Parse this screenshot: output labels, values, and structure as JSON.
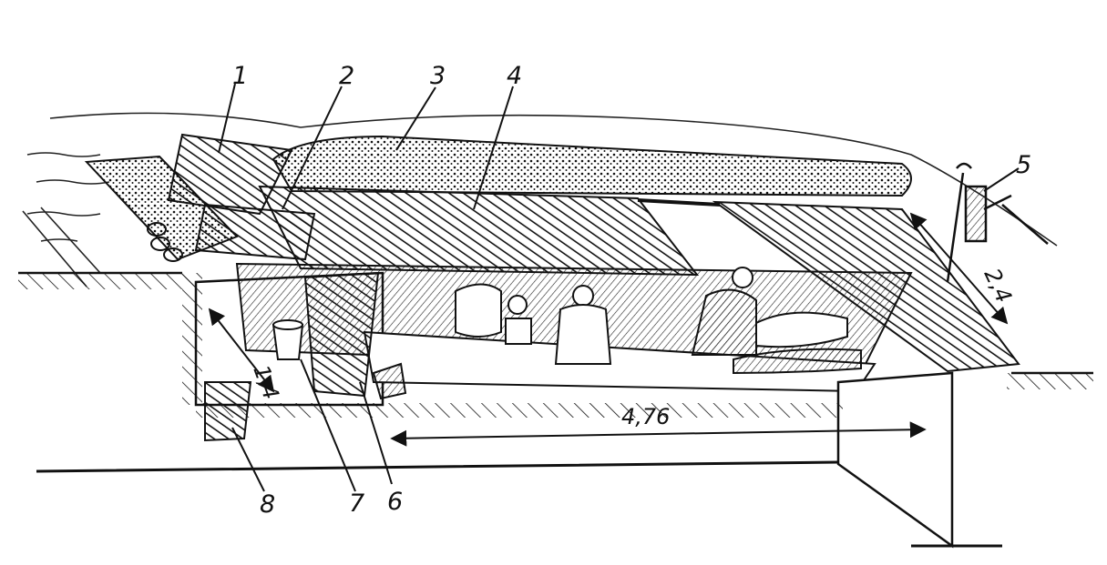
{
  "diagram": {
    "callouts": [
      "1",
      "2",
      "3",
      "4",
      "5",
      "6",
      "7",
      "8"
    ],
    "dimensions": {
      "length": "4,76",
      "width": "2,4",
      "depth": "1,4"
    }
  }
}
